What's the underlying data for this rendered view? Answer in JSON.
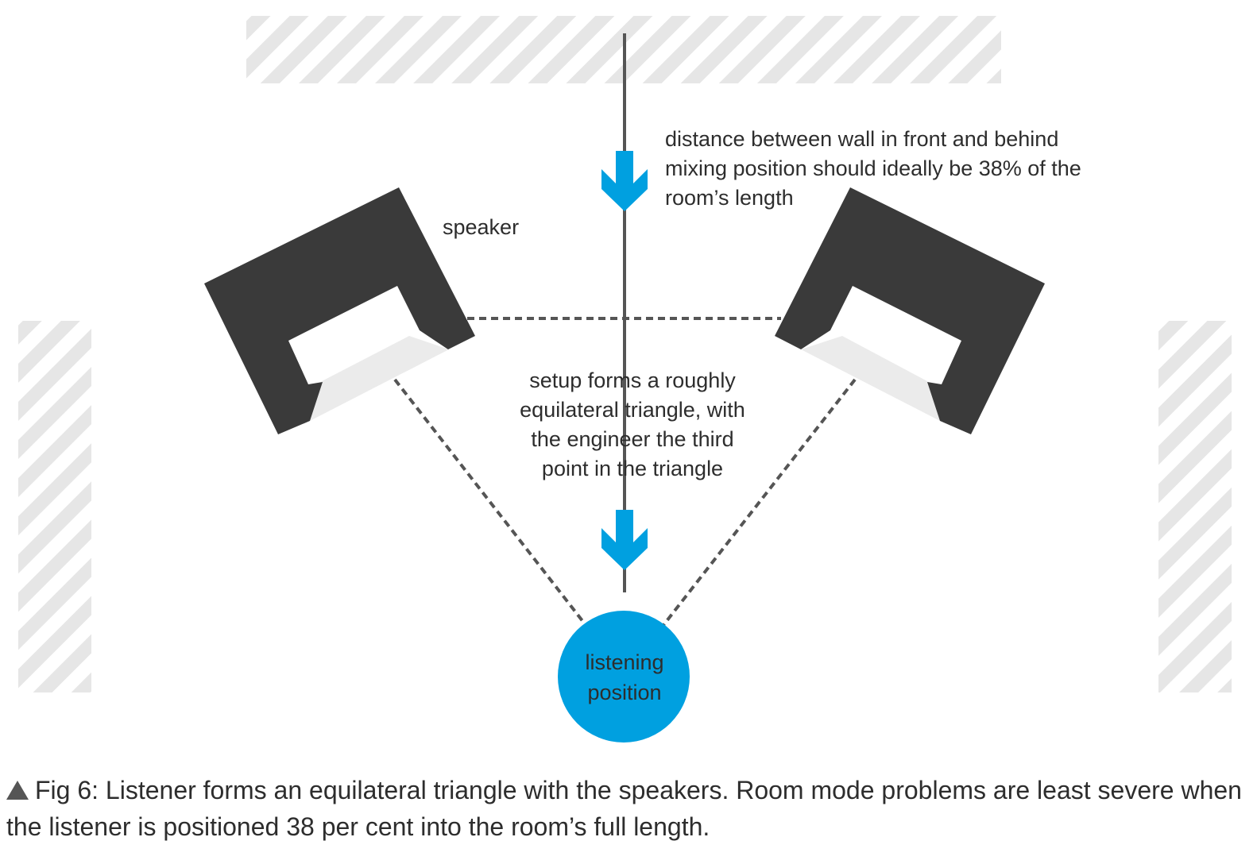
{
  "labels": {
    "wall_distance": [
      "distance between wall in front and behind",
      "mixing position should ideally be 38% of the",
      "room’s length"
    ],
    "speaker": "speaker",
    "triangle": [
      "setup forms a roughly",
      "equilateral triangle, with",
      "the engineer the third",
      "point in the triangle"
    ],
    "listener": [
      "listening",
      "position"
    ]
  },
  "caption": {
    "icon": "triangle-up-icon",
    "text": "Fig 6: Listener forms an equilateral triangle with the speakers. Room mode problems are least severe when the listener is positioned 38 per cent into the room’s full length."
  },
  "colors": {
    "speaker": "#3a3a3a",
    "accent_blue": "#00a0e0",
    "wall_hatch": "#e5e5e5",
    "text": "#2d2d2d",
    "dashed_line": "#555555",
    "speaker_beam": "#ebebeb"
  }
}
